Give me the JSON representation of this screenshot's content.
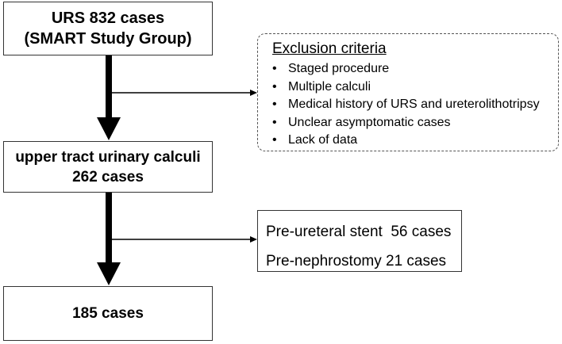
{
  "box_urs": {
    "line1": "URS 832 cases",
    "line2": "(SMART Study Group)"
  },
  "box_upper": {
    "line1": "upper tract urinary calculi",
    "line2": "262 cases"
  },
  "box_final": {
    "label": "185 cases"
  },
  "exclusion": {
    "title": "Exclusion criteria",
    "items": [
      "Staged procedure",
      "Multiple calculi",
      "Medical history of URS and ureterolithotripsy",
      "Unclear asymptomatic cases",
      "Lack of data"
    ]
  },
  "pre": {
    "line1": "Pre-ureteral stent  56 cases",
    "line2": "Pre-nephrostomy 21 cases"
  }
}
